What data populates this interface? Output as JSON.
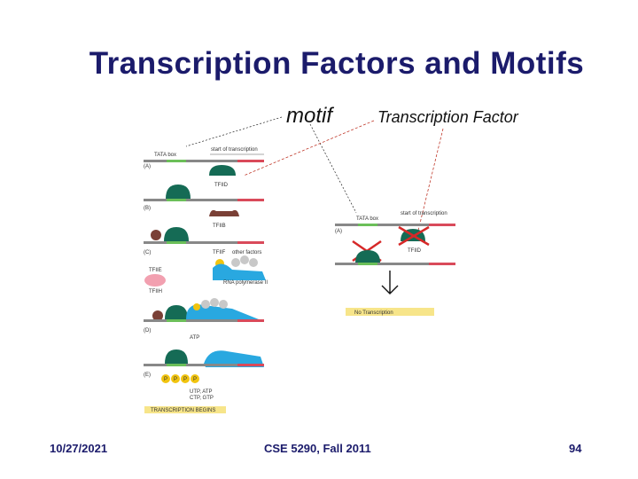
{
  "slide": {
    "title": "Transcription Factors and Motifs"
  },
  "figure": {
    "motif_label": "motif",
    "tf_label": "Transcription Factor",
    "left": {
      "tata": "TATA box",
      "start": "start of transcription",
      "steps": [
        "(A)",
        "(B)",
        "(C)",
        "(D)",
        "(E)"
      ],
      "tfiid": "TFIID",
      "tfiib": "TFIIB",
      "tfiif": "TFIIF",
      "other": "other factors",
      "tfiie": "TFIIE",
      "tfiih": "TFIIH",
      "polii": "RNA polymerase II",
      "atp": "ATP",
      "p": "P",
      "utp": "UTP, ATP",
      "ctp": "CTP, GTP",
      "begins": "TRANSCRIPTION BEGINS"
    },
    "right": {
      "tata": "TATA box",
      "start": "start of transcription",
      "step": "(A)",
      "tfiid": "TFIID",
      "result": "No Transcription"
    }
  },
  "footer": {
    "date": "10/27/2021",
    "course": "CSE 5290, Fall 2011",
    "page": "94"
  }
}
